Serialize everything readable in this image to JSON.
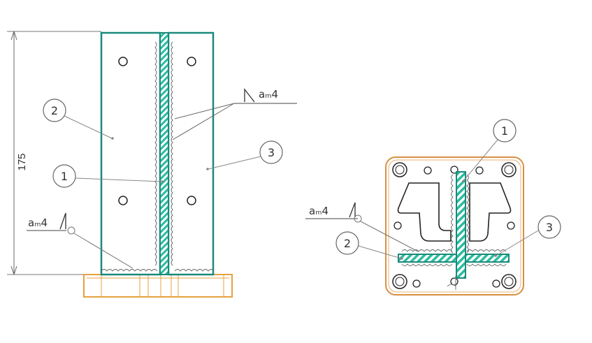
{
  "colors": {
    "plate_outline": "#1a8a7a",
    "hatch": "#2bbba0",
    "base": "#e8a040",
    "ink": "#333333",
    "leader": "#888888"
  },
  "side_view": {
    "dimension_label": "175",
    "weld_symbol_top": "aₘ4",
    "weld_symbol_bottom": "aₘ4",
    "callouts": [
      "2",
      "1",
      "3"
    ]
  },
  "top_view": {
    "weld_symbol": "aₘ4",
    "callouts": [
      "1",
      "2",
      "3"
    ]
  }
}
